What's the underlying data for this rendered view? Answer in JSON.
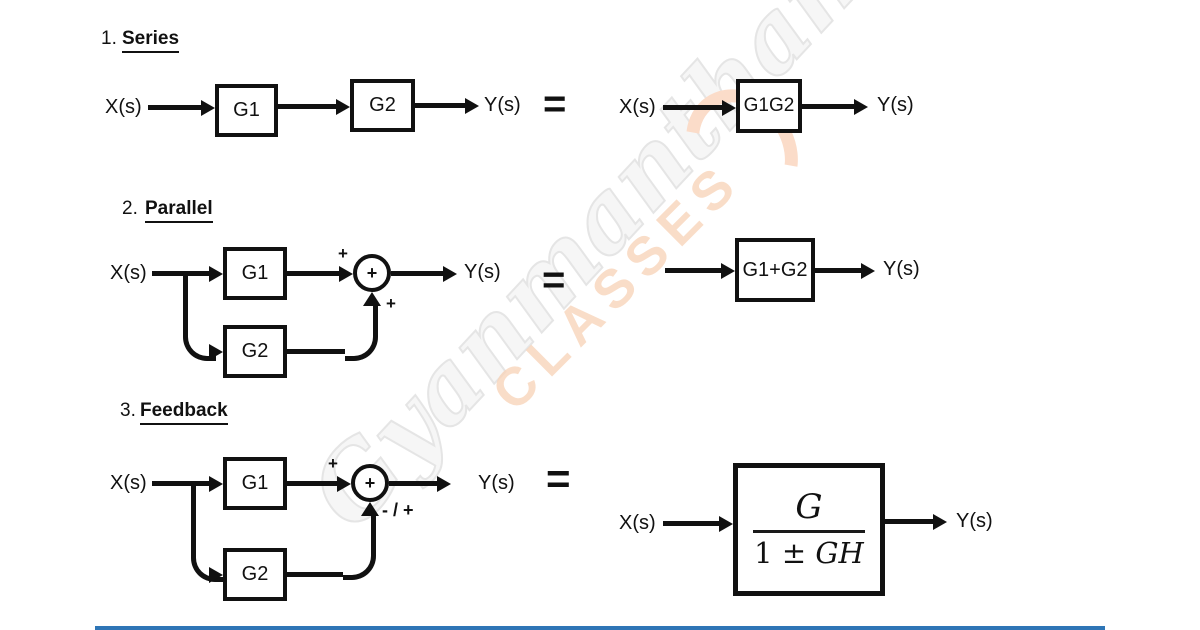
{
  "sections": [
    {
      "number": "1.",
      "title": "Series",
      "left": {
        "input": "X(s)",
        "block1": "G1",
        "block2": "G2",
        "output": "Y(s)"
      },
      "equals": "=",
      "right": {
        "input": "X(s)",
        "block": "G1G2",
        "output": "Y(s)"
      }
    },
    {
      "number": "2.",
      "title": "Parallel",
      "left": {
        "input": "X(s)",
        "block1": "G1",
        "block2": "G2",
        "sum": "+",
        "sign_top": "+",
        "sign_bottom": "+",
        "output": "Y(s)"
      },
      "equals": "=",
      "right": {
        "block": "G1+G2",
        "output": "Y(s)"
      }
    },
    {
      "number": "3.",
      "title": "Feedback",
      "left": {
        "input": "X(s)",
        "block1": "G1",
        "block2": "G2",
        "sum": "+",
        "sign_top": "+",
        "sign_bottom": "- / +",
        "output": "Y(s)"
      },
      "equals": "=",
      "right": {
        "input": "X(s)",
        "numerator": "G",
        "denominator_prefix": "1 ± ",
        "denominator_var": "GH",
        "output": "Y(s)"
      }
    }
  ],
  "watermark": {
    "script": "Gyanmanthan",
    "label": "CLASSES"
  },
  "colors": {
    "ink": "#111111",
    "accent_bar": "#2e75b6",
    "watermark_gray": "#e5e5e5",
    "watermark_peach": "#f8d5bb"
  }
}
